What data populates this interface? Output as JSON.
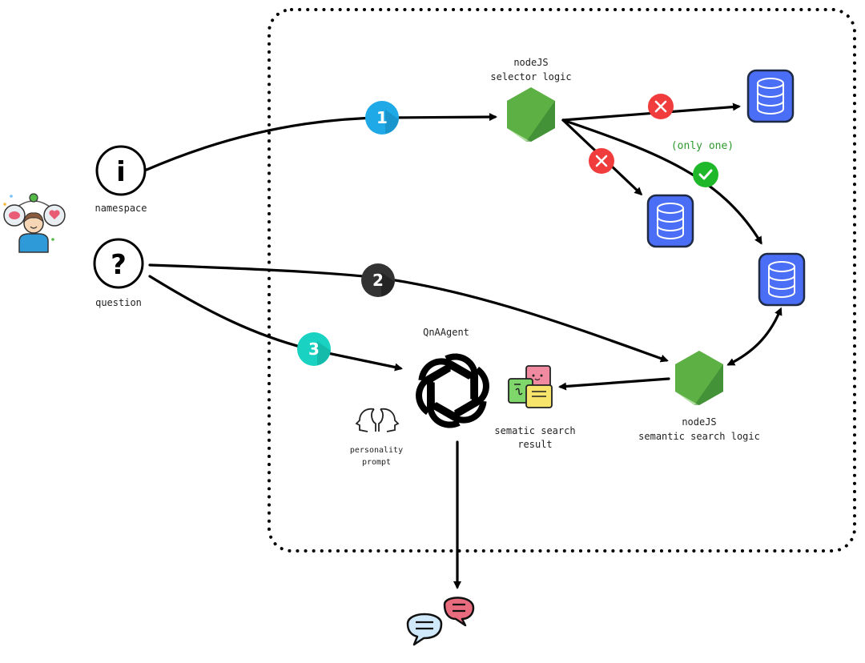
{
  "title": "QnAAgent architecture diagram",
  "actor": {
    "icon": "user-thinking-icon"
  },
  "inputs": {
    "namespace": {
      "label": "namespace",
      "icon": "info-icon",
      "glyph": "i"
    },
    "question": {
      "label": "question",
      "icon": "question-icon",
      "glyph": "?"
    }
  },
  "steps": [
    {
      "number": "1",
      "color": "#1fa9e6",
      "shade": "#1688bd"
    },
    {
      "number": "2",
      "color": "#333333",
      "shade": "#1a1a1a"
    },
    {
      "number": "3",
      "color": "#19d2c1",
      "shade": "#10ab9c"
    }
  ],
  "selector": {
    "label_line1": "nodeJS",
    "label_line2": "selector logic",
    "icon": "nodejs-icon"
  },
  "semantic": {
    "label_line1": "nodeJS",
    "label_line2": "semantic search logic",
    "icon": "nodejs-icon"
  },
  "databases": [
    {
      "name": "database-top",
      "rejected": true
    },
    {
      "name": "database-middle",
      "rejected": true
    },
    {
      "name": "database-selected",
      "rejected": false
    }
  ],
  "selection_note": "(only one)",
  "agent": {
    "label": "QnAAgent",
    "icon": "openai-icon"
  },
  "personality": {
    "label_line1": "personality",
    "label_line2": "prompt",
    "icon": "two-heads-icon"
  },
  "search_result": {
    "label_line1": "sematic search",
    "label_line2": "result",
    "icon": "sticky-notes-icon"
  },
  "output": {
    "icon": "chat-bubbles-icon"
  },
  "colors": {
    "node_green": "#4a9e3c",
    "node_green_light": "#6cbf4a",
    "db_blue": "#4a6ef5",
    "reject_red": "#f03c3c",
    "accept_green": "#1fb82a",
    "note_green": "#2e9a2e"
  }
}
